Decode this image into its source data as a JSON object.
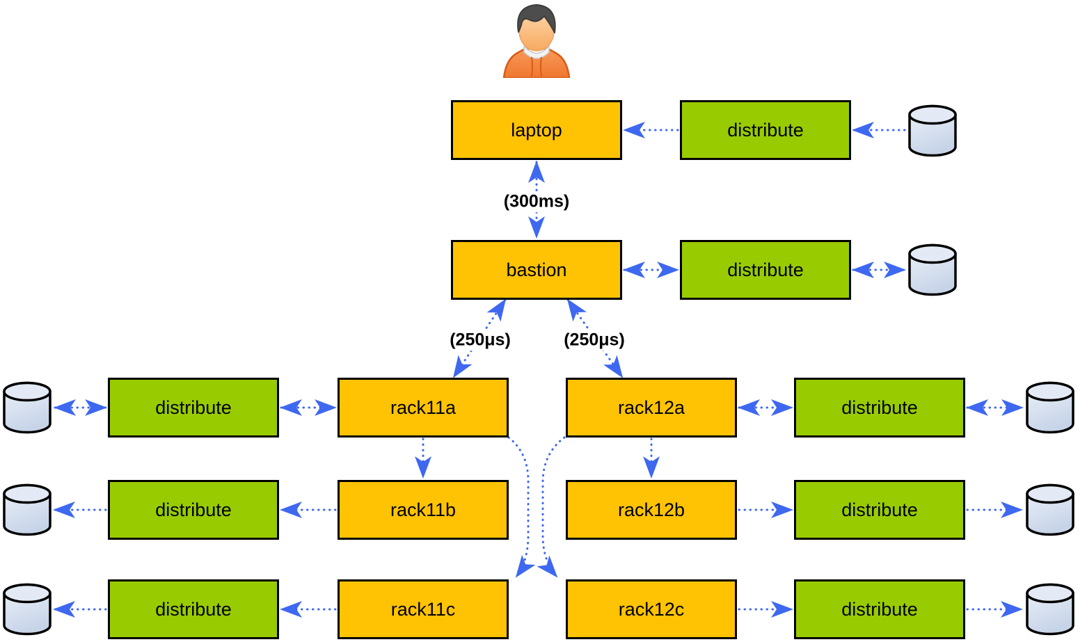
{
  "diagram": {
    "nodes": {
      "laptop": "laptop",
      "bastion": "bastion",
      "rack11a": "rack11a",
      "rack11b": "rack11b",
      "rack11c": "rack11c",
      "rack12a": "rack12a",
      "rack12b": "rack12b",
      "rack12c": "rack12c",
      "distribute": "distribute"
    },
    "edge_labels": {
      "laptop_bastion": "(300ms)",
      "bastion_rack11a": "(250μs)",
      "bastion_rack12a": "(250μs)"
    },
    "icons": {
      "user": "user-icon",
      "database": "database-icon"
    }
  },
  "colors": {
    "server_fill": "#FFC303",
    "distribute_fill": "#99CC00",
    "arrow": "#3E68F0",
    "border": "#000000",
    "db_top": "#E3EAF5",
    "db_light": "#EDF2F9",
    "db_dark": "#C7D4E8"
  }
}
